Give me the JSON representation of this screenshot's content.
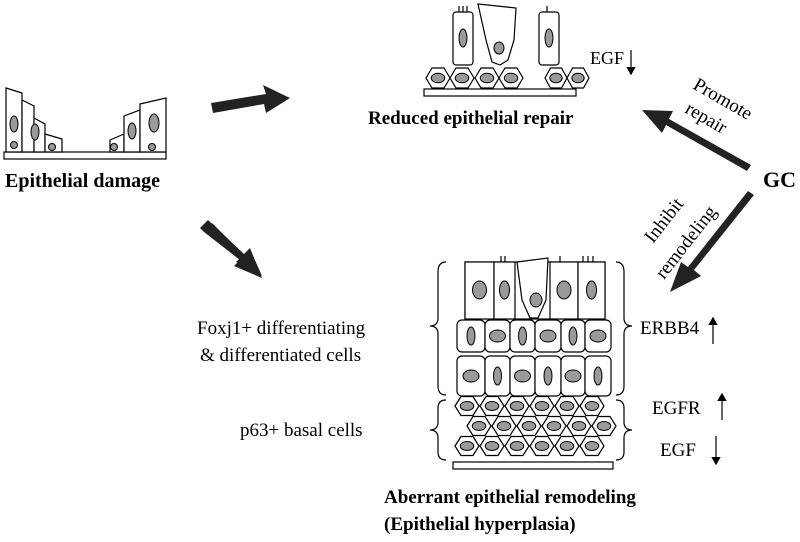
{
  "labels": {
    "damage": "Epithelial damage",
    "repair": "Reduced epithelial repair",
    "remodeling": "Aberrant epithelial remodeling",
    "hyperplasia": "(Epithelial hyperplasia)",
    "gc": "GC",
    "promote_repair_1": "Promote",
    "promote_repair_2": "repair",
    "inhibit_1": "Inhibit",
    "inhibit_2": "remodeling",
    "egf_repair": "EGF",
    "foxj1_1": "Foxj1+ differentiating",
    "foxj1_2": "& differentiated cells",
    "p63": "p63+ basal cells",
    "erbb4": "ERBB4",
    "egfr": "EGFR",
    "egf_remodel": "EGF"
  },
  "colors": {
    "nucleus": "#9a9a9a",
    "arrow": "#222222"
  }
}
